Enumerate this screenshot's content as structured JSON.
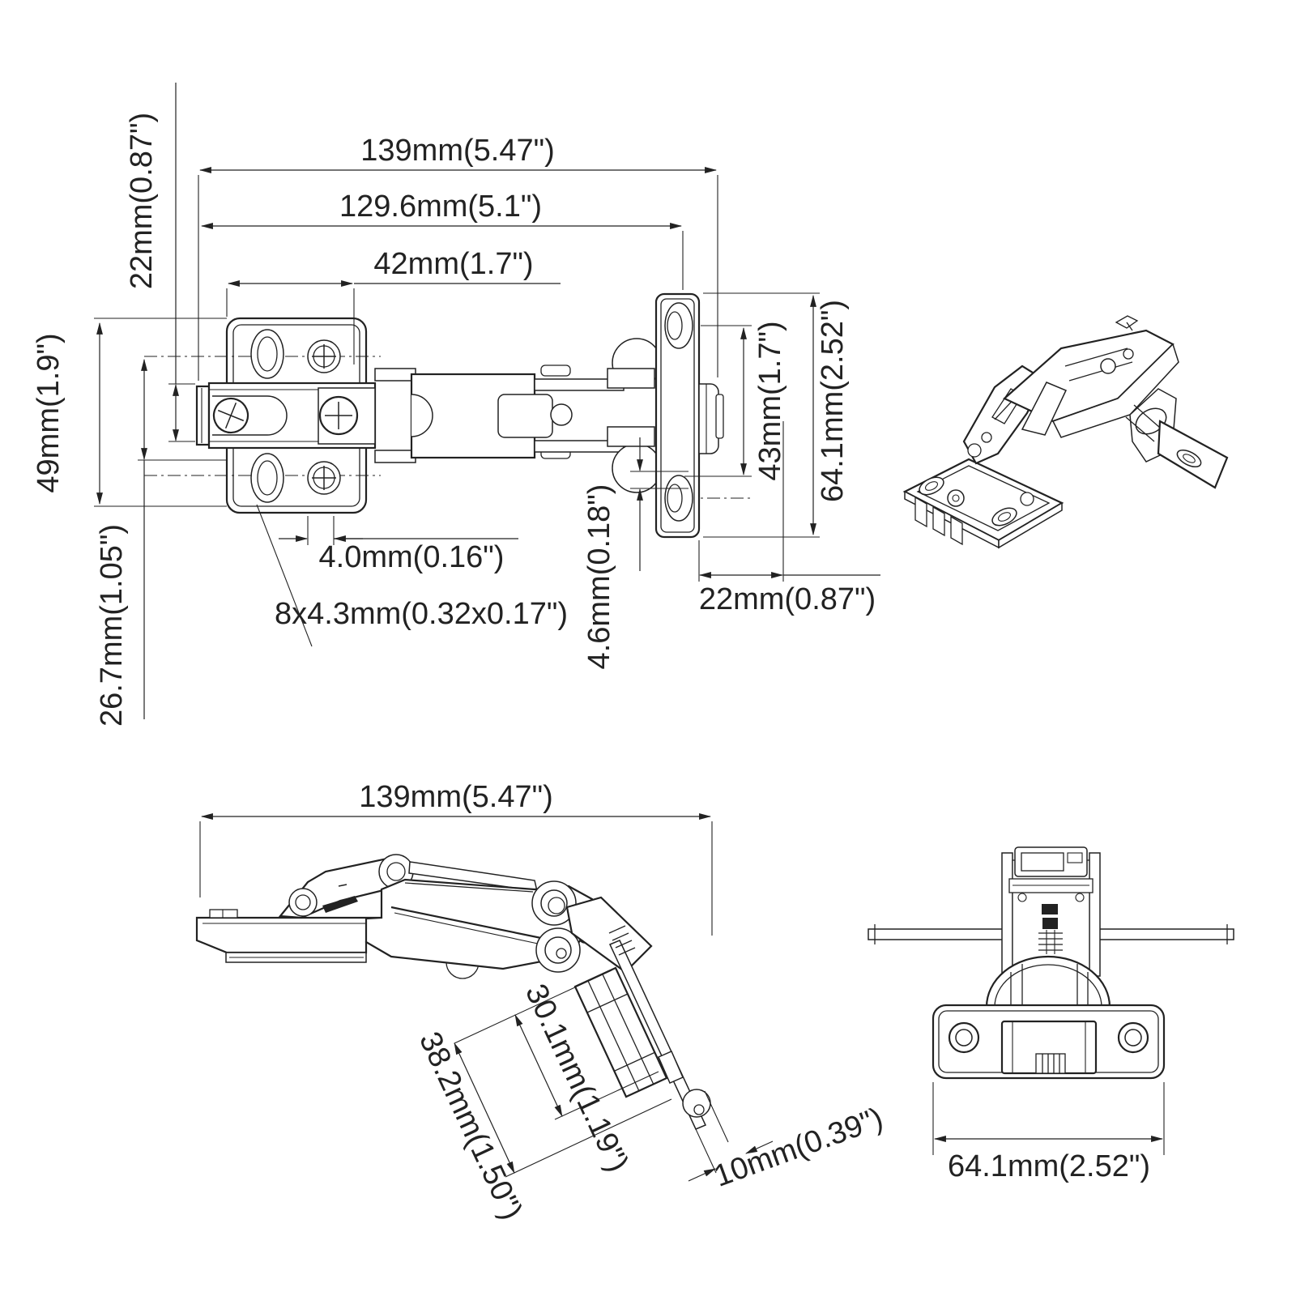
{
  "top_view": {
    "overall": "139mm(5.47\")",
    "hinge_length": "129.6mm(5.1\")",
    "plate_offset": "42mm(1.7\")",
    "arm_width": "22mm(0.87\")",
    "plate_height": "49mm(1.9\")",
    "plate_lower": "26.7mm(1.05\")",
    "adjust": "4.0mm(0.16\")",
    "slot": "8x4.3mm(0.32x0.17\")",
    "flange_gap": "4.6mm(0.18\")",
    "cup_holes": "43mm(1.7\")",
    "cup_height": "64.1mm(2.52\")",
    "cup_side": "22mm(0.87\")"
  },
  "side_view": {
    "overall": "139mm(5.47\")",
    "cup_inner": "30.1mm(1.19\")",
    "cup_outer": "38.2mm(1.50\")",
    "cup_depth": "10mm(0.39\")"
  },
  "front_view": {
    "width": "64.1mm(2.52\")"
  }
}
